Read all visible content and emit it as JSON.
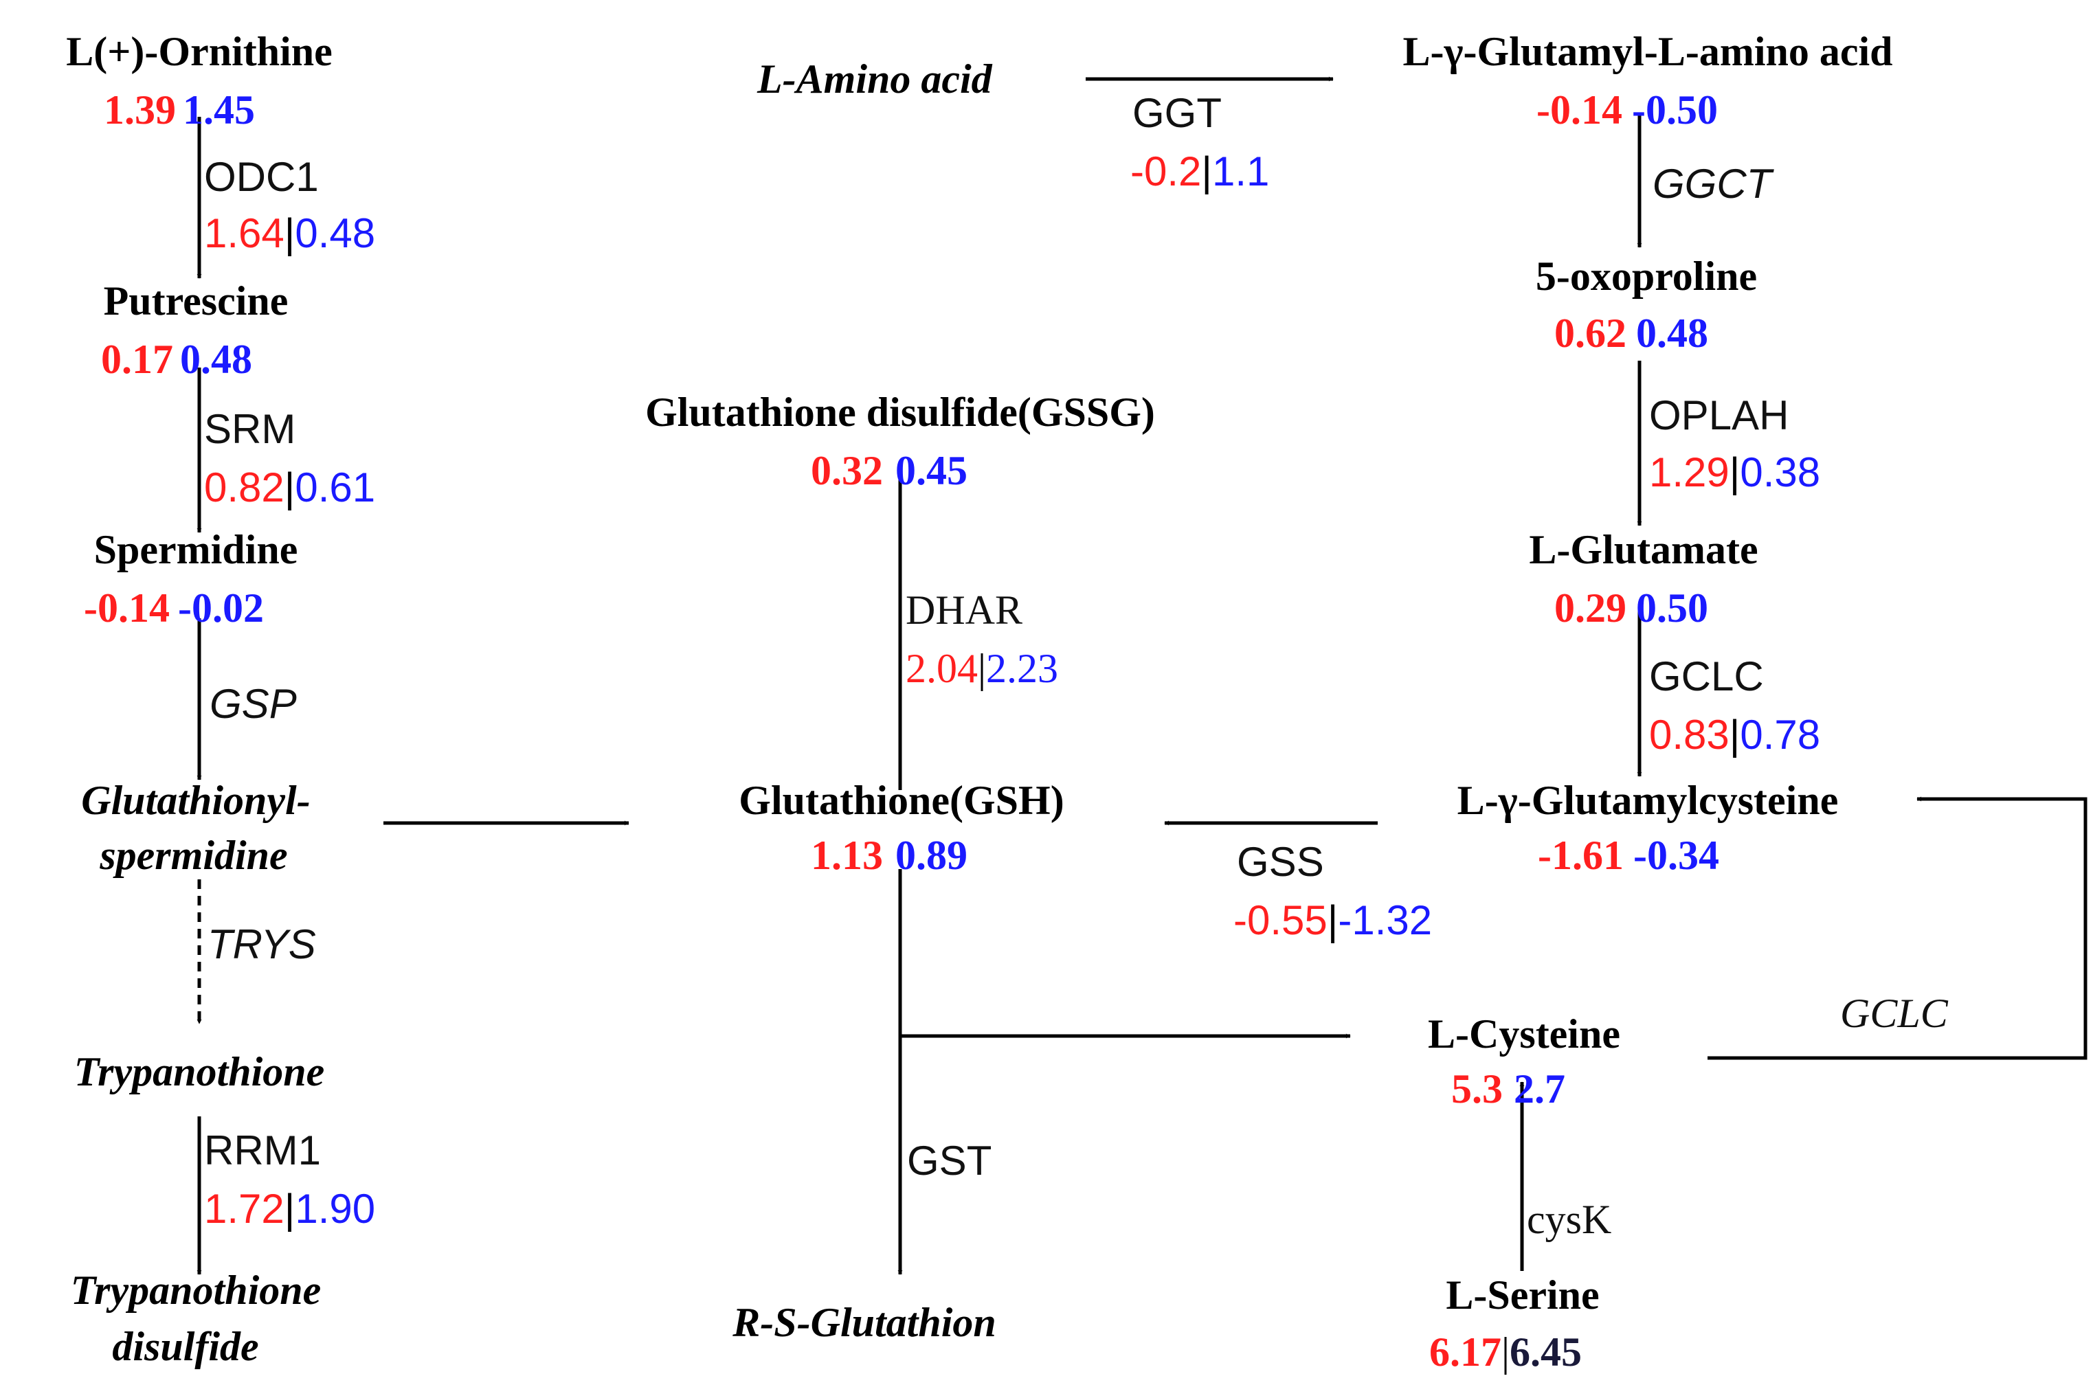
{
  "colors": {
    "cond1": "#ff1f1f",
    "cond2": "#1a1aff",
    "arrow": "#000000"
  },
  "nodes": {
    "ornithine": {
      "name": "L(+)-Ornithine",
      "v1": "1.39",
      "v2": "1.45"
    },
    "putrescine": {
      "name": "Putrescine",
      "v1": "0.17",
      "v2": "0.48"
    },
    "spermidine": {
      "name": "Spermidine",
      "v1": "-0.14",
      "v2": "-0.02"
    },
    "glutathionylspermidine": {
      "line1": "Glutathionyl-",
      "line2": "spermidine"
    },
    "trypanothione": {
      "name": "Trypanothione"
    },
    "trypanothione_disulfide": {
      "line1": "Trypanothione",
      "line2": "disulfide"
    },
    "amino_acid": {
      "name": "L-Amino acid"
    },
    "glutamyl_amino_acid": {
      "name": "L-γ-Glutamyl-L-amino acid",
      "v1": "-0.14",
      "v2": "-0.50"
    },
    "oxoproline": {
      "name": "5-oxoproline",
      "v1": "0.62",
      "v2": "0.48"
    },
    "glutamate": {
      "name": "L-Glutamate",
      "v1": "0.29",
      "v2": "0.50"
    },
    "glutamylcysteine": {
      "name": "L-γ-Glutamylcysteine",
      "v1": "-1.61",
      "v2": "-0.34"
    },
    "gssg": {
      "name": "Glutathione disulfide(GSSG)",
      "v1": "0.32",
      "v2": "0.45"
    },
    "gsh": {
      "name": "Glutathione(GSH)",
      "v1": "1.13",
      "v2": "0.89"
    },
    "rs_glutathion": {
      "name": "R-S-Glutathion"
    },
    "cysteine": {
      "name": "L-Cysteine",
      "v1": "5.3",
      "v2": "2.7"
    },
    "serine": {
      "name": "L-Serine",
      "v1": "6.17",
      "v2": "6.45"
    }
  },
  "enzymes": {
    "odc1": {
      "name": "ODC1",
      "v1": "1.64",
      "v2": "0.48"
    },
    "srm": {
      "name": "SRM",
      "v1": "0.82",
      "v2": "0.61"
    },
    "gsp": {
      "name": "GSP"
    },
    "trys": {
      "name": "TRYS"
    },
    "rrm1": {
      "name": "RRM1",
      "v1": "1.72",
      "v2": "1.90"
    },
    "ggt": {
      "name": "GGT",
      "v1": "-0.2",
      "v2": "1.1"
    },
    "ggct": {
      "name": "GGCT"
    },
    "oplah": {
      "name": "OPLAH",
      "v1": "1.29",
      "v2": "0.38"
    },
    "gclc": {
      "name": "GCLC",
      "v1": "0.83",
      "v2": "0.78"
    },
    "gclc2": {
      "name": "GCLC"
    },
    "dhar": {
      "name": "DHAR",
      "v1": "2.04",
      "v2": "2.23"
    },
    "gss": {
      "name": "GSS",
      "v1": "-0.55",
      "v2": "-1.32"
    },
    "gst": {
      "name": "GST"
    },
    "cysk": {
      "name": "cysK"
    }
  }
}
